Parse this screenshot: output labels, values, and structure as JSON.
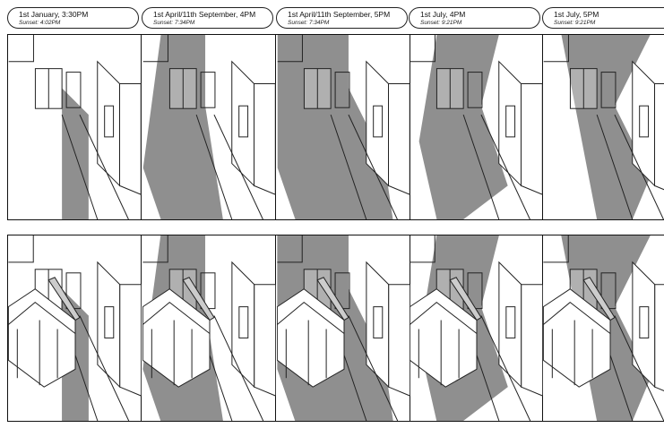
{
  "panels": [
    {
      "title": "1st January, 3:30PM",
      "sunset": "Sunset: 4:02PM"
    },
    {
      "title": "1st April/11th September, 4PM",
      "sunset": "Sunset: 7:34PM"
    },
    {
      "title": "1st April/11th September, 5PM",
      "sunset": "Sunset: 7:34PM"
    },
    {
      "title": "1st July, 4PM",
      "sunset": "Sunset: 9:21PM"
    },
    {
      "title": "1st July, 5PM",
      "sunset": "Sunset: 9:21PM"
    }
  ],
  "colors": {
    "shadow": "#8f8f8f",
    "line": "#222222"
  }
}
